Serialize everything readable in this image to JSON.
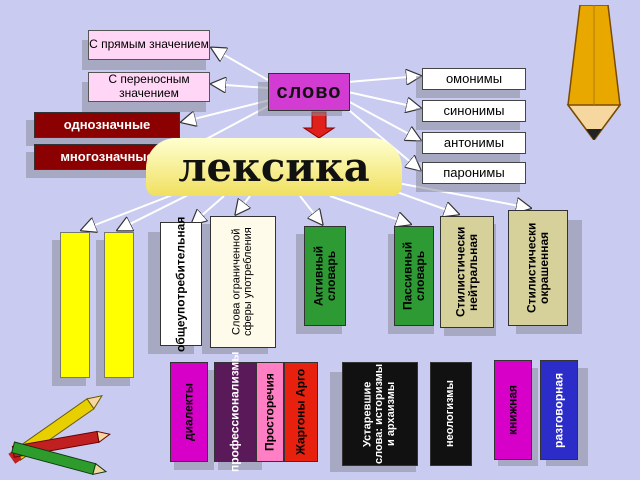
{
  "diagram": {
    "title": "лексика",
    "center_word": "слово",
    "left_meaning": [
      "С прямым значением",
      "С переносным значением"
    ],
    "left_dark": [
      "однозначные",
      "многозначные"
    ],
    "right_relations": [
      "омонимы",
      "синонимы",
      "антонимы",
      "паронимы"
    ],
    "columns": {
      "usage_common": "общеупотребительная",
      "usage_limited": "Слова ограниченной сферы употребления",
      "active": "Активный словарь",
      "passive": "Пассивный словарь",
      "neutral": "Стилистически нейтральная",
      "colored": "Стилистически окрашенная"
    },
    "bottom": {
      "dialects": "диалекты",
      "professional": "профессионализмы",
      "prostorechie": "Просторечия",
      "jargon": "Жаргоны Арго",
      "obsolete": "Устаревшие слова: историзмы и архаизмы",
      "neologisms": "неологизмы",
      "bookish": "книжная",
      "colloquial": "разговорная"
    }
  },
  "colors": {
    "background": "#c9cbf0",
    "slovo": "#d23cd2",
    "dark": "#8b0000",
    "yellow": "#ffff00",
    "green": "#2e9a34"
  }
}
